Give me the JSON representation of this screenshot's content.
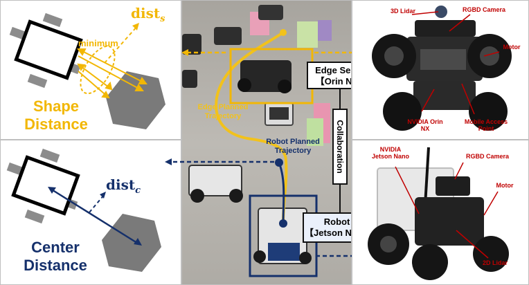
{
  "shape_panel": {
    "dist_label": "dist",
    "dist_subscript": "s",
    "minimum_label": "minimum",
    "title_line1": "Shape",
    "title_line2": "Distance"
  },
  "center_panel": {
    "dist_label": "dist",
    "dist_subscript": "c",
    "title_line1": "Center",
    "title_line2": "Distance"
  },
  "photo": {
    "edge_traj_line1": "Edge Planned",
    "edge_traj_line2": "Trajectory",
    "robot_traj_line1": "Robot Planned",
    "robot_traj_line2": "Trajectory",
    "edge_server_line1": "Edge Server",
    "edge_server_line2": "【Orin NX】",
    "robot_line1": "Robot k",
    "robot_line2": "【Jetson Nano】",
    "collaboration": "Collaboration"
  },
  "edge_robot_labels": {
    "lidar": "3D Lidar",
    "camera": "RGBD Camera",
    "motor": "Motor",
    "orin_line1": "NVIDIA Orin",
    "orin_line2": "NX",
    "ap_line1": "Mobile Access",
    "ap_line2": "Point"
  },
  "small_robot_labels": {
    "jetson_line1": "NVIDIA",
    "jetson_line2": "Jetson Nano",
    "camera": "RGBD Camera",
    "motor": "Motor",
    "lidar": "2D Lidar"
  },
  "colors": {
    "yellow": "#f2b705",
    "navy": "#15306b",
    "red": "#c00000",
    "hexagon": "#7a7a7a"
  }
}
